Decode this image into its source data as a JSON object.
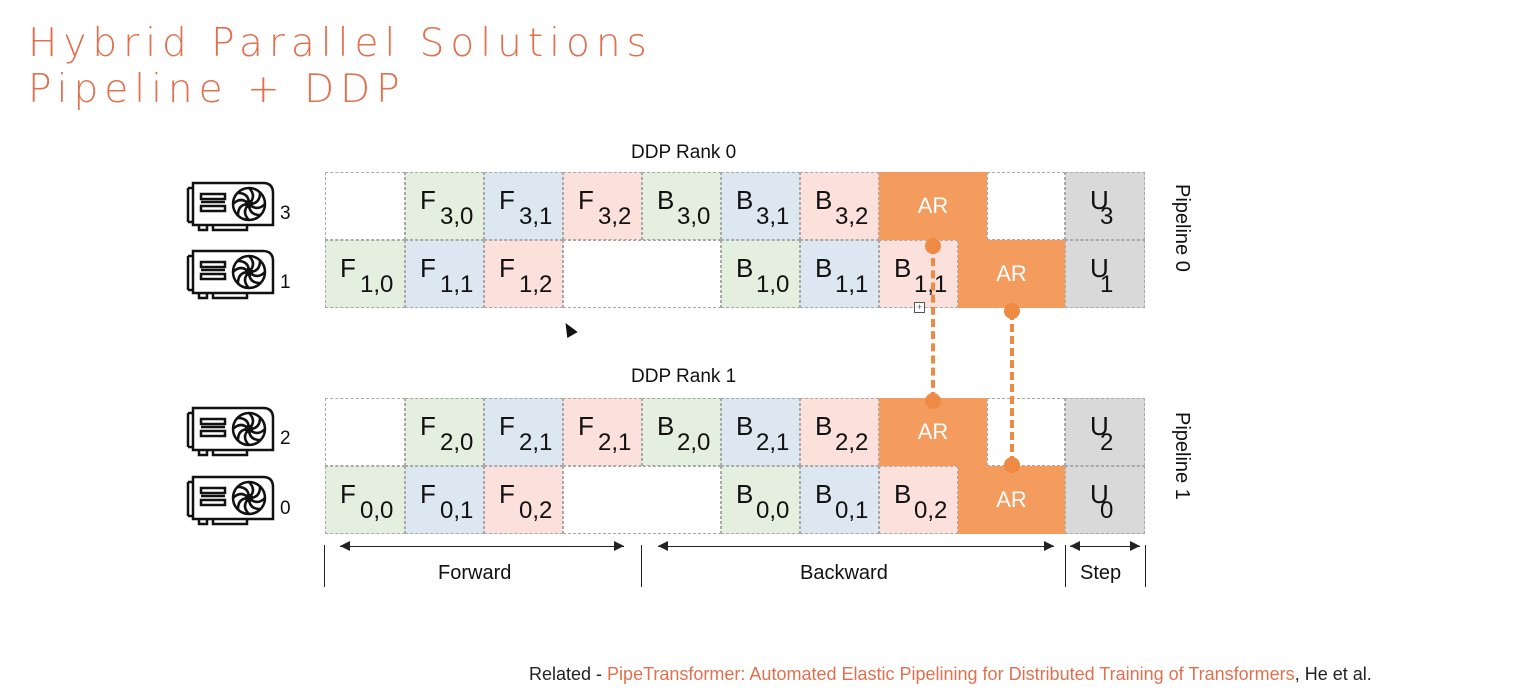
{
  "slide": {
    "title_line1": "Hybrid Parallel Solutions",
    "title_line2": "Pipeline + DDP"
  },
  "diagram": {
    "rank0_label": "DDP Rank 0",
    "rank1_label": "DDP Rank 1",
    "pipeline0_label": "Pipeline 0",
    "pipeline1_label": "Pipeline 1",
    "gpus": {
      "g3": "3",
      "g1": "1",
      "g2": "2",
      "g0": "0"
    },
    "rank0": {
      "row_top": [
        {
          "main": "",
          "sub": "",
          "color": "white"
        },
        {
          "main": "F",
          "sub": "3,0",
          "color": "green"
        },
        {
          "main": "F",
          "sub": "3,1",
          "color": "blue"
        },
        {
          "main": "F",
          "sub": "3,2",
          "color": "pink"
        },
        {
          "main": "B",
          "sub": "3,0",
          "color": "green"
        },
        {
          "main": "B",
          "sub": "3,1",
          "color": "blue"
        },
        {
          "main": "B",
          "sub": "3,2",
          "color": "pink"
        },
        {
          "main": "AR",
          "sub": "",
          "color": "orange"
        },
        {
          "main": "",
          "sub": "",
          "color": "white"
        },
        {
          "main": "U",
          "sub": "3",
          "color": "gray"
        }
      ],
      "row_bottom": [
        {
          "main": "F",
          "sub": "1,0",
          "color": "green"
        },
        {
          "main": "F",
          "sub": "1,1",
          "color": "blue"
        },
        {
          "main": "F",
          "sub": "1,2",
          "color": "pink"
        },
        {
          "main": "",
          "sub": "",
          "color": "white"
        },
        {
          "main": "B",
          "sub": "1,0",
          "color": "green"
        },
        {
          "main": "B",
          "sub": "1,1",
          "color": "blue"
        },
        {
          "main": "B",
          "sub": "1,1",
          "color": "pink"
        },
        {
          "main": "AR",
          "sub": "",
          "color": "orange"
        },
        {
          "main": "U",
          "sub": "1",
          "color": "gray"
        }
      ]
    },
    "rank1": {
      "row_top": [
        {
          "main": "",
          "sub": "",
          "color": "white"
        },
        {
          "main": "F",
          "sub": "2,0",
          "color": "green"
        },
        {
          "main": "F",
          "sub": "2,1",
          "color": "blue"
        },
        {
          "main": "F",
          "sub": "2,1",
          "color": "pink"
        },
        {
          "main": "B",
          "sub": "2,0",
          "color": "green"
        },
        {
          "main": "B",
          "sub": "2,1",
          "color": "blue"
        },
        {
          "main": "B",
          "sub": "2,2",
          "color": "pink"
        },
        {
          "main": "AR",
          "sub": "",
          "color": "orange"
        },
        {
          "main": "",
          "sub": "",
          "color": "white"
        },
        {
          "main": "U",
          "sub": "2",
          "color": "gray"
        }
      ],
      "row_bottom": [
        {
          "main": "F",
          "sub": "0,0",
          "color": "green"
        },
        {
          "main": "F",
          "sub": "0,1",
          "color": "blue"
        },
        {
          "main": "F",
          "sub": "0,2",
          "color": "pink"
        },
        {
          "main": "",
          "sub": "",
          "color": "white"
        },
        {
          "main": "B",
          "sub": "0,0",
          "color": "green"
        },
        {
          "main": "B",
          "sub": "0,1",
          "color": "blue"
        },
        {
          "main": "B",
          "sub": "0,2",
          "color": "pink"
        },
        {
          "main": "AR",
          "sub": "",
          "color": "orange"
        },
        {
          "main": "U",
          "sub": "0",
          "color": "gray"
        }
      ]
    },
    "phases": {
      "forward": "Forward",
      "backward": "Backward",
      "step": "Step"
    },
    "colors": {
      "green": "#e5efdf",
      "blue": "#dde7f2",
      "pink": "#fbe0dc",
      "orange": "#f39c5d",
      "gray": "#d9d9d9",
      "title": "#e0714f"
    }
  },
  "footer": {
    "prefix": "Related - ",
    "link": "PipeTransformer: Automated Elastic Pipelining for Distributed Training of Transformers",
    "suffix": ", He et al."
  }
}
